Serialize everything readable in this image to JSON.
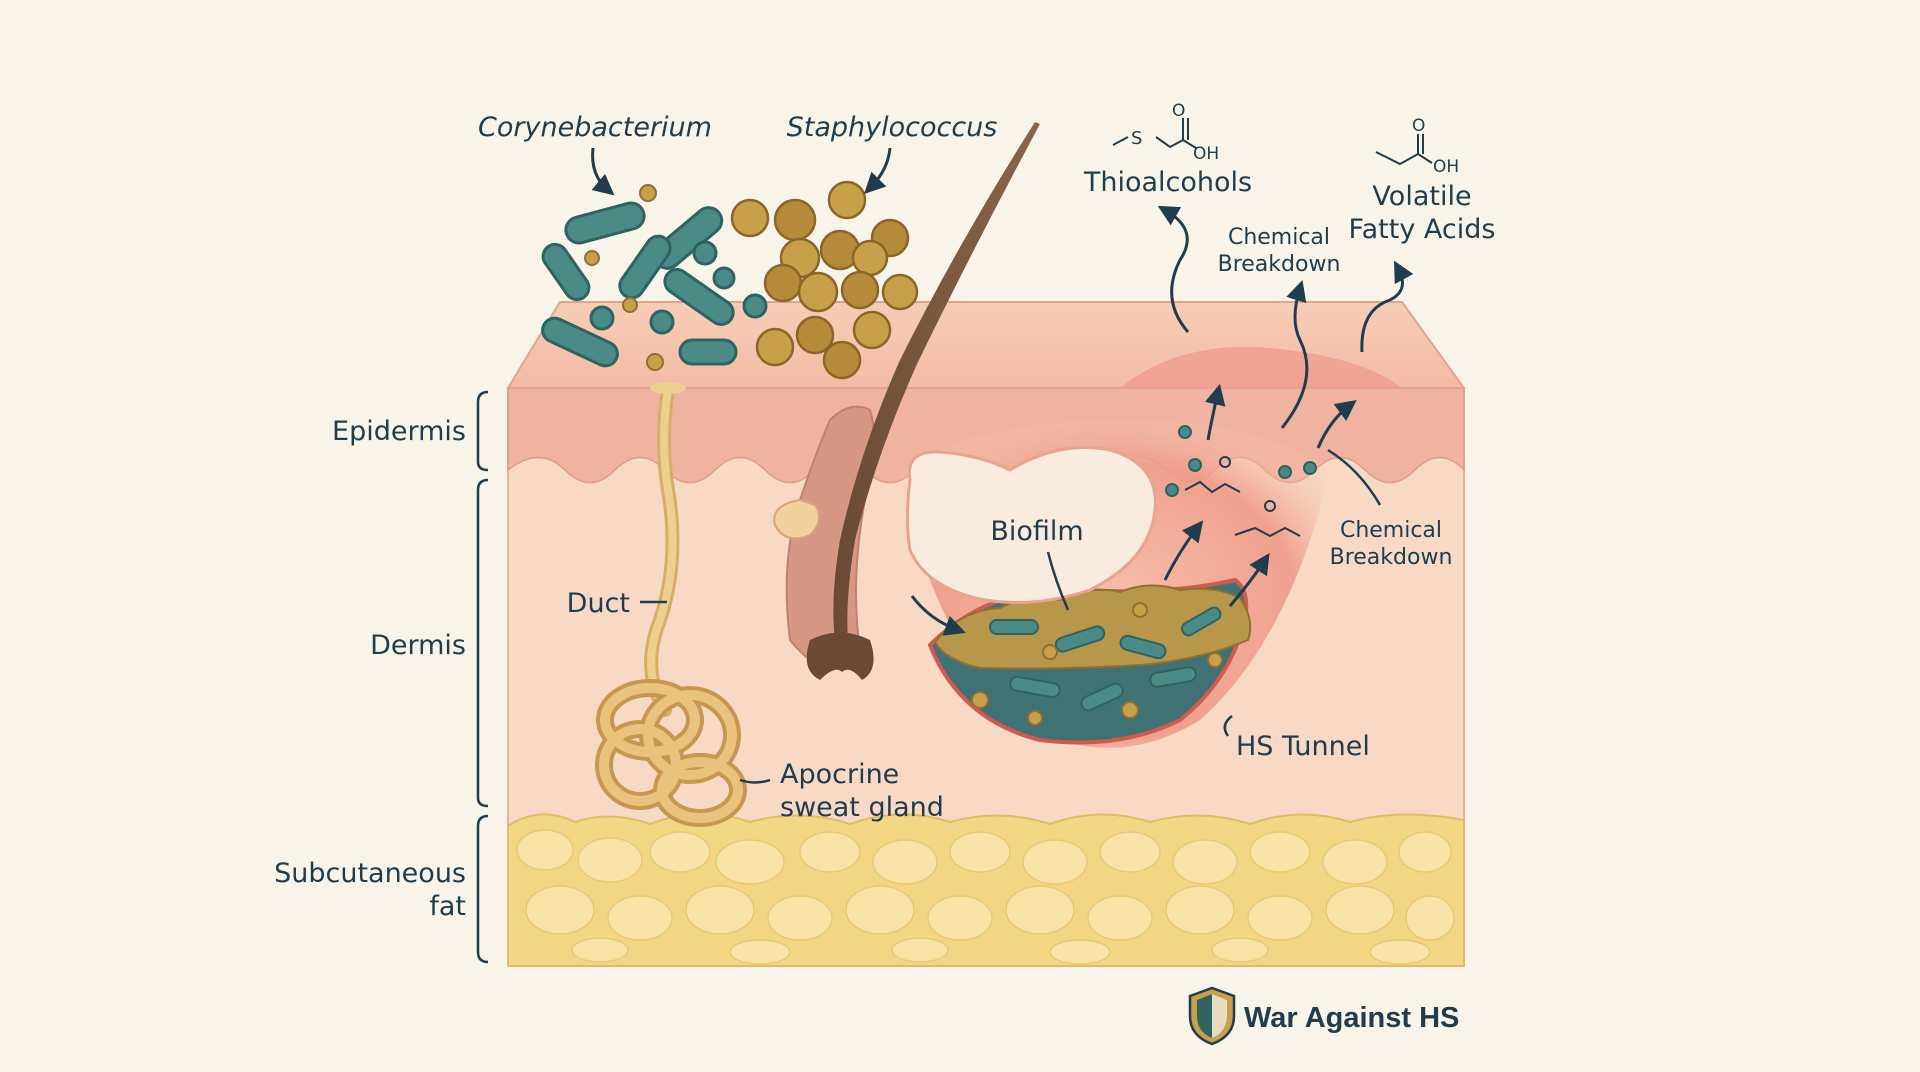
{
  "bacteria": {
    "corynebacterium": "Corynebacterium",
    "staphylococcus": "Staphylococcus"
  },
  "products": {
    "thioalcohols": "Thioalcohols",
    "volatile_fatty_acids_line1": "Volatile",
    "volatile_fatty_acids_line2": "Fatty Acids",
    "chemical_breakdown_top_line1": "Chemical",
    "chemical_breakdown_top_line2": "Breakdown",
    "chemical_breakdown_right_line1": "Chemical",
    "chemical_breakdown_right_line2": "Breakdown"
  },
  "layers": {
    "epidermis": "Epidermis",
    "dermis": "Dermis",
    "subcutaneous_line1": "Subcutaneous",
    "subcutaneous_line2": "fat"
  },
  "structures": {
    "duct": "Duct",
    "apocrine_line1": "Apocrine",
    "apocrine_line2": "sweat gland",
    "biofilm": "Biofilm",
    "hs_tunnel": "HS Tunnel"
  },
  "molecules": {
    "thio_s": "S",
    "thio_o": "O",
    "thio_oh": "OH",
    "vfa_o": "O",
    "vfa_oh": "OH"
  },
  "brand": {
    "name": "War Against HS"
  },
  "colors": {
    "background": "#f9f4ea",
    "epidermis": "#f2b9a6",
    "dermis": "#f8d9c6",
    "fat": "#f4d785",
    "coryne": "#4a8a87",
    "staph": "#b58a38",
    "inflammation": "#e46a5c",
    "label": "#1f3d4d"
  },
  "icons": {
    "logo": "shield-icon"
  }
}
